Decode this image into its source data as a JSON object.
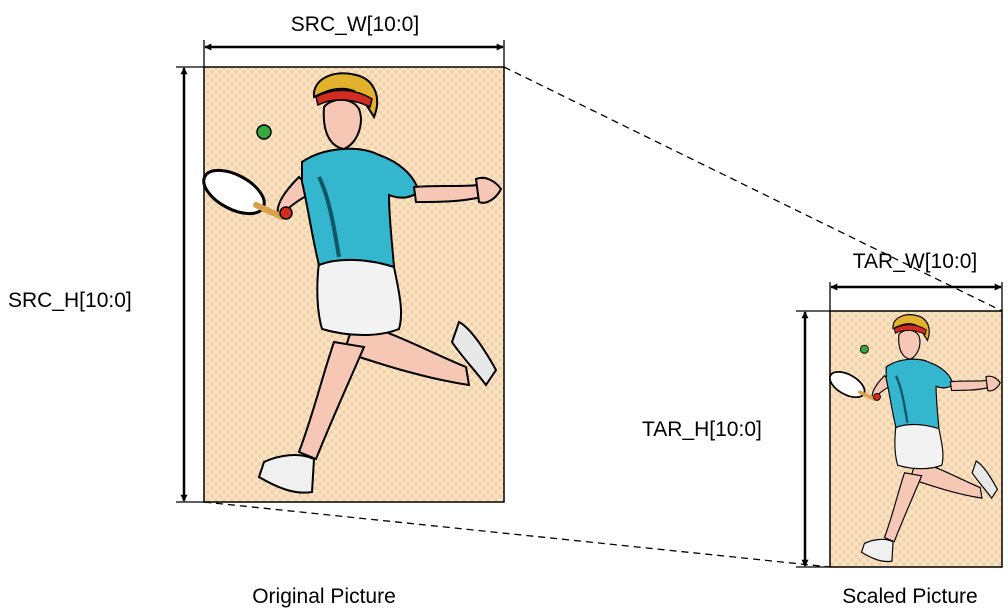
{
  "labels": {
    "src_width": "SRC_W[10:0]",
    "src_height": "SRC_H[10:0]",
    "tar_width": "TAR_W[10:0]",
    "tar_height": "TAR_H[10:0]",
    "original_caption": "Original Picture",
    "scaled_caption": "Scaled Picture"
  },
  "colors": {
    "picture_background": "#f5d2a6",
    "crosshatch": "#fbead4",
    "line": "#000000",
    "shirt": "#35b6cf",
    "skin": "#f6c7b4",
    "hair": "#e3b22c",
    "headband": "#d22b1f",
    "ball": "#37a83a"
  }
}
